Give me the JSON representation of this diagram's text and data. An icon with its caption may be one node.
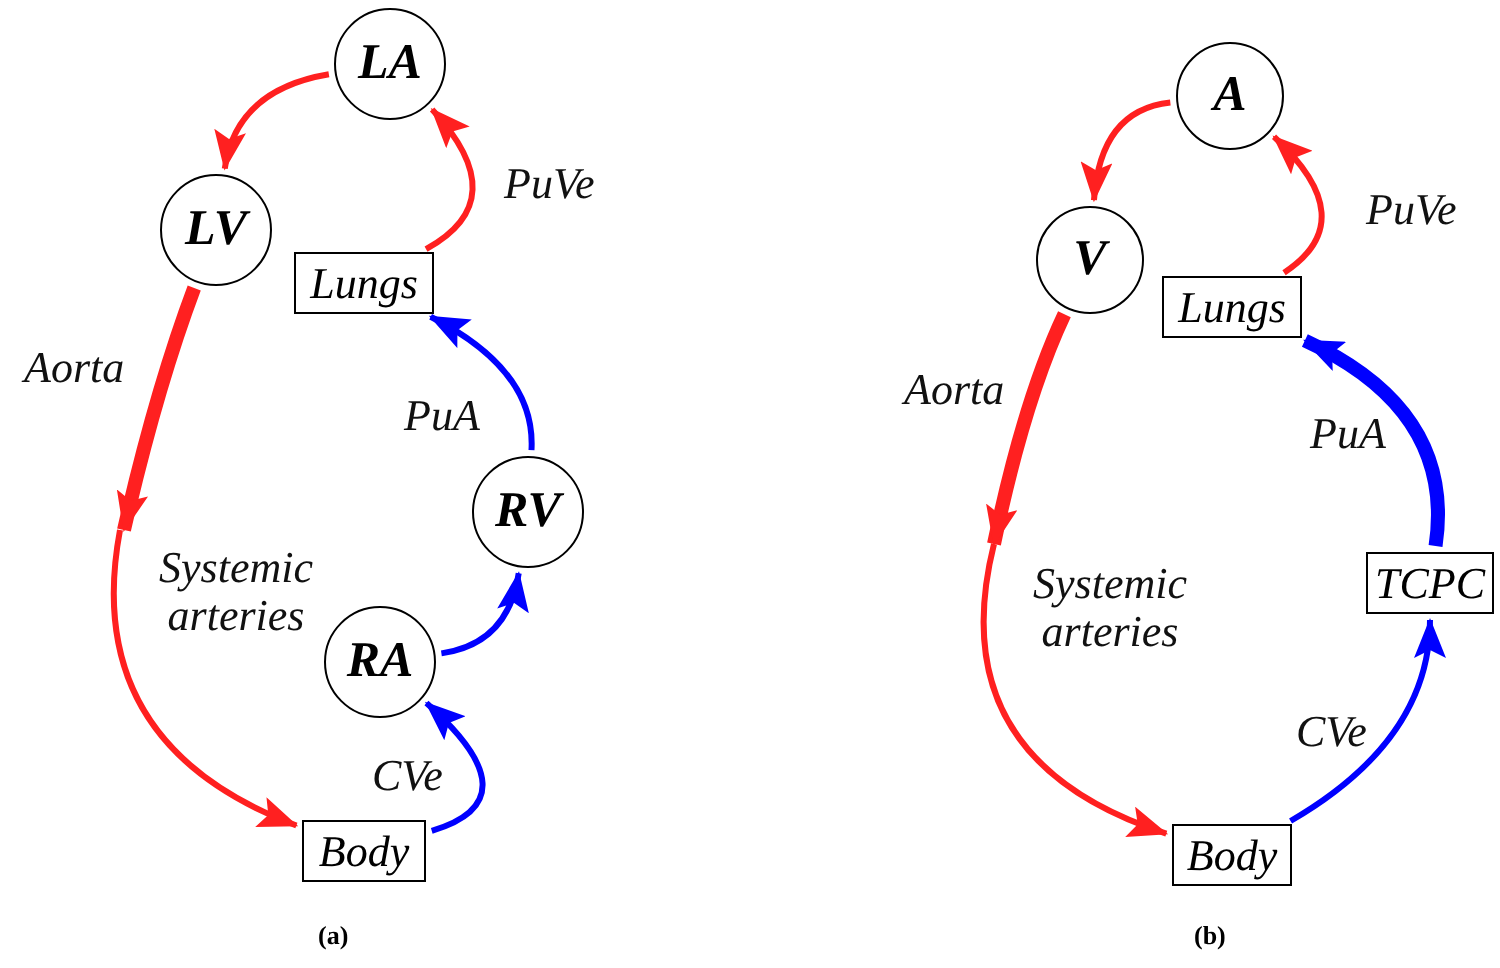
{
  "diagram": {
    "nodes": [
      {
        "text": [
          "LA"
        ]
      },
      {
        "text": [
          "LV"
        ]
      },
      {
        "text": [
          "Lungs"
        ]
      },
      {
        "text": [
          "RV"
        ]
      },
      {
        "text": [
          "RA"
        ]
      },
      {
        "text": [
          "Body"
        ]
      },
      {
        "text": [
          "A"
        ]
      },
      {
        "text": [
          "V"
        ]
      },
      {
        "text": [
          "Lungs"
        ]
      },
      {
        "text": [
          "TCPC"
        ]
      },
      {
        "text": [
          "Body"
        ]
      }
    ],
    "edges": [
      {
        "from": 0,
        "to": 1,
        "arrow": "to"
      },
      {
        "from": 2,
        "to": 0,
        "arrow": "to",
        "label": "PuVe"
      },
      {
        "from": 1,
        "to": null,
        "arrow": "to",
        "label": "Aorta",
        "style": "thick"
      },
      {
        "from": null,
        "to": 5,
        "arrow": "to",
        "label": "Systemic arteries"
      },
      {
        "from": 5,
        "to": 4,
        "arrow": "to",
        "label": "CVe",
        "color": "#0000ff"
      },
      {
        "from": 4,
        "to": 3,
        "arrow": "to",
        "color": "#0000ff"
      },
      {
        "from": 3,
        "to": 2,
        "arrow": "to",
        "label": "PuA",
        "color": "#0000ff"
      },
      {
        "from": 6,
        "to": 7,
        "arrow": "to"
      },
      {
        "from": 8,
        "to": 6,
        "arrow": "to",
        "label": "PuVe"
      },
      {
        "from": 7,
        "to": null,
        "arrow": "to",
        "label": "Aorta",
        "style": "thick"
      },
      {
        "from": null,
        "to": 10,
        "arrow": "to",
        "label": "Systemic arteries"
      },
      {
        "from": 10,
        "to": 9,
        "arrow": "to",
        "label": "CVe",
        "color": "#0000ff"
      },
      {
        "from": 9,
        "to": 8,
        "arrow": "to",
        "label": "PuA",
        "style": "thick",
        "color": "#0000ff"
      }
    ],
    "labels": [
      "(a)",
      "(b)"
    ]
  }
}
